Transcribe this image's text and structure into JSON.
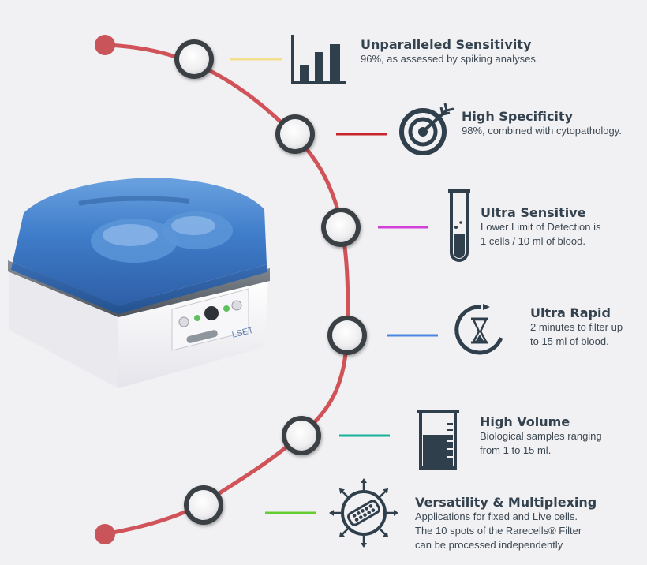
{
  "device": {
    "label": "LSET"
  },
  "colors": {
    "arc": "#cf5358",
    "arc_end": "#c9555a",
    "icon": "#2f3f4c",
    "connectors": [
      "#f4e08c",
      "#c9252a",
      "#d23fd9",
      "#4a86e0",
      "#16b39a",
      "#66cc33"
    ]
  },
  "features": [
    {
      "id": "sensitivity",
      "icon": "bar-chart-icon",
      "title": "Unparalleled Sensitivity",
      "lines": [
        "96%, as assessed by spiking  analyses."
      ]
    },
    {
      "id": "specificity",
      "icon": "target-icon",
      "title": "High Specificity",
      "lines": [
        "98%, combined with cytopathology."
      ]
    },
    {
      "id": "ultra-sensitive",
      "icon": "test-tube-icon",
      "title": "Ultra Sensitive",
      "lines": [
        "Lower Limit of Detection is",
        "1 cells / 10 ml of blood."
      ]
    },
    {
      "id": "ultra-rapid",
      "icon": "hourglass-refresh-icon",
      "title": "Ultra Rapid",
      "lines": [
        "2 minutes to filter up",
        "to 15 ml of blood."
      ]
    },
    {
      "id": "high-volume",
      "icon": "beaker-icon",
      "title": "High Volume",
      "lines": [
        "Biological samples  ranging",
        "from  1 to 15 ml."
      ]
    },
    {
      "id": "versatility",
      "icon": "filter-chip-icon",
      "title": "Versatility & Multiplexing",
      "lines": [
        "Applications for fixed and Live cells.",
        "The 10 spots of the Rarecells® Filter",
        "can be processed independently"
      ]
    }
  ]
}
